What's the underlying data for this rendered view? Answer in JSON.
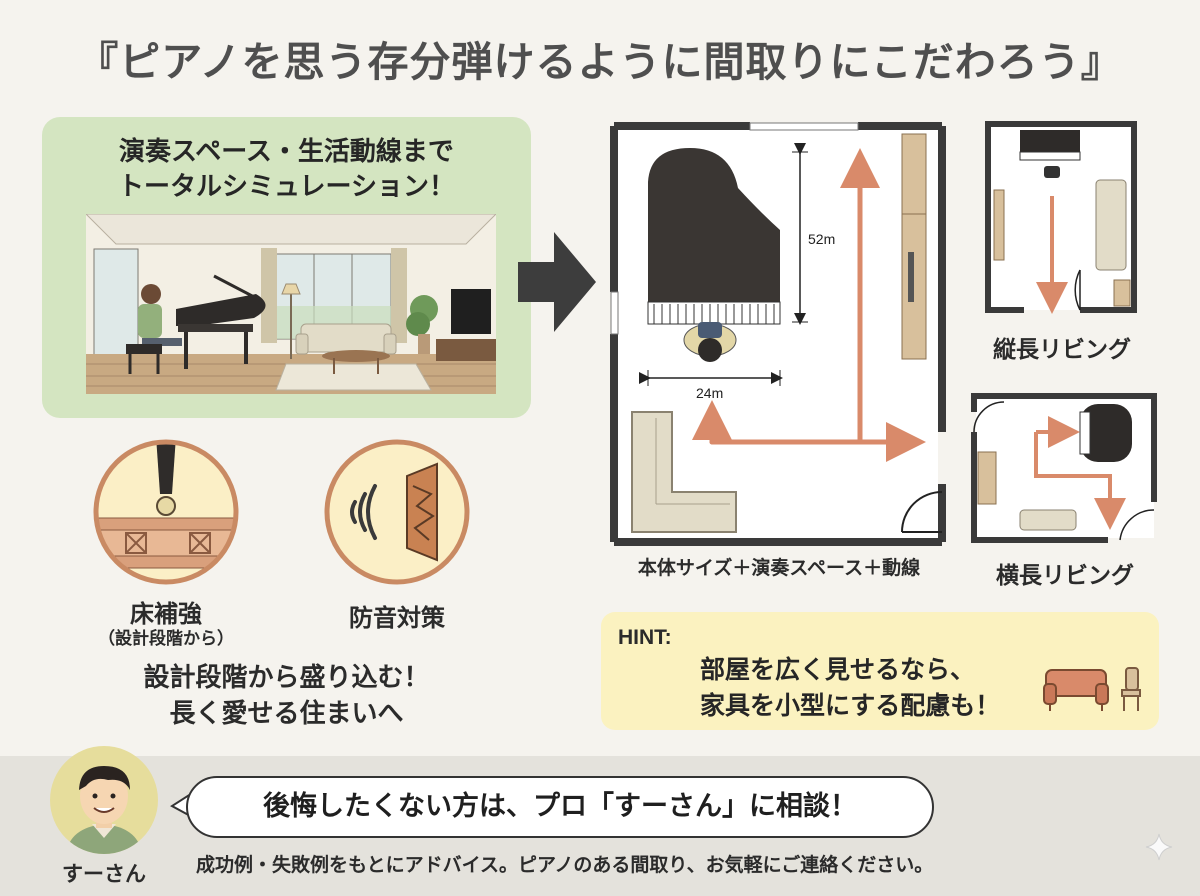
{
  "title": "『ピアノを思う存分弾けるように間取りにこだわろう』",
  "simulation": {
    "heading_line1": "演奏スペース・生活動線まで",
    "heading_line2": "トータルシミュレーション！"
  },
  "features": {
    "floor_label": "床補強",
    "floor_sub": "（設計段階から）",
    "sound_label": "防音対策",
    "slogan_line1": "設計段階から盛り込む！",
    "slogan_line2": "長く愛せる住まいへ"
  },
  "main_plan": {
    "dim_vertical": "52m",
    "dim_horizontal": "24m",
    "caption": "本体サイズ＋演奏スペース＋動線"
  },
  "plan_tall": {
    "caption": "縦長リビング"
  },
  "plan_wide": {
    "caption": "横長リビング"
  },
  "hint": {
    "label": "HINT:",
    "line1": "部屋を広く見せるなら、",
    "line2": "家具を小型にする配慮も！"
  },
  "advisor": {
    "name": "すーさん",
    "bubble": "後悔したくない方は、プロ「すーさん」に相談！",
    "note": "成功例・失敗例をもとにアドバイス。ピアノのある間取り、お気軽にご連絡ください。"
  },
  "colors": {
    "green_card": "#d4e5c1",
    "arrow_orange": "#d98a6a",
    "hint_yellow": "#fbf2c0",
    "wall_dark": "#3a3a3a",
    "circle_bg": "#fbefc6",
    "circle_border": "#c98a63"
  },
  "icons": [
    "piano-icon",
    "sofa-icon",
    "chair-icon",
    "sparkle-icon",
    "sound-wave-icon",
    "caster-icon"
  ]
}
